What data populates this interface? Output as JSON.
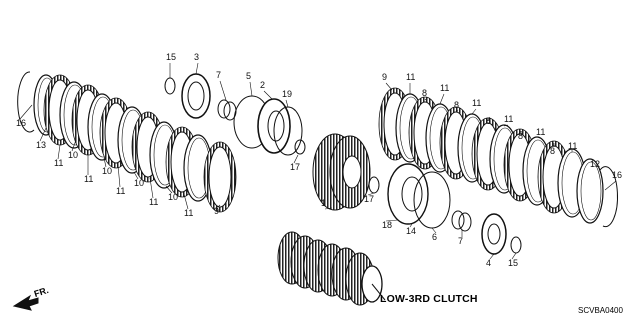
{
  "diagram_title": "LOW-3RD CLUTCH",
  "diagram_code": "SCVBA0400",
  "direction_label": "FR.",
  "callouts": [
    {
      "id": "c16a",
      "text": "16"
    },
    {
      "id": "c13",
      "text": "13"
    },
    {
      "id": "c11a",
      "text": "11"
    },
    {
      "id": "c10a",
      "text": "10"
    },
    {
      "id": "c11b",
      "text": "11"
    },
    {
      "id": "c10b",
      "text": "10"
    },
    {
      "id": "c11c",
      "text": "11"
    },
    {
      "id": "c10c",
      "text": "10"
    },
    {
      "id": "c11d",
      "text": "11"
    },
    {
      "id": "c10d",
      "text": "10"
    },
    {
      "id": "c11e",
      "text": "11"
    },
    {
      "id": "c9a",
      "text": "9"
    },
    {
      "id": "c15a",
      "text": "15"
    },
    {
      "id": "c3",
      "text": "3"
    },
    {
      "id": "c7a",
      "text": "7"
    },
    {
      "id": "c5",
      "text": "5"
    },
    {
      "id": "c2",
      "text": "2"
    },
    {
      "id": "c19",
      "text": "19"
    },
    {
      "id": "c17a",
      "text": "17"
    },
    {
      "id": "c1",
      "text": "1"
    },
    {
      "id": "c9b",
      "text": "9"
    },
    {
      "id": "c11f",
      "text": "11"
    },
    {
      "id": "c8a",
      "text": "8"
    },
    {
      "id": "c11g",
      "text": "11"
    },
    {
      "id": "c8b",
      "text": "8"
    },
    {
      "id": "c11h",
      "text": "11"
    },
    {
      "id": "c8c",
      "text": "8"
    },
    {
      "id": "c11i",
      "text": "11"
    },
    {
      "id": "c8d",
      "text": "8"
    },
    {
      "id": "c11j",
      "text": "11"
    },
    {
      "id": "c8e",
      "text": "8"
    },
    {
      "id": "c11k",
      "text": "11"
    },
    {
      "id": "c12",
      "text": "12"
    },
    {
      "id": "c16b",
      "text": "16"
    },
    {
      "id": "c17b",
      "text": "17"
    },
    {
      "id": "c18",
      "text": "18"
    },
    {
      "id": "c14",
      "text": "14"
    },
    {
      "id": "c6",
      "text": "6"
    },
    {
      "id": "c7b",
      "text": "7"
    },
    {
      "id": "c4",
      "text": "4"
    },
    {
      "id": "c15b",
      "text": "15"
    }
  ]
}
